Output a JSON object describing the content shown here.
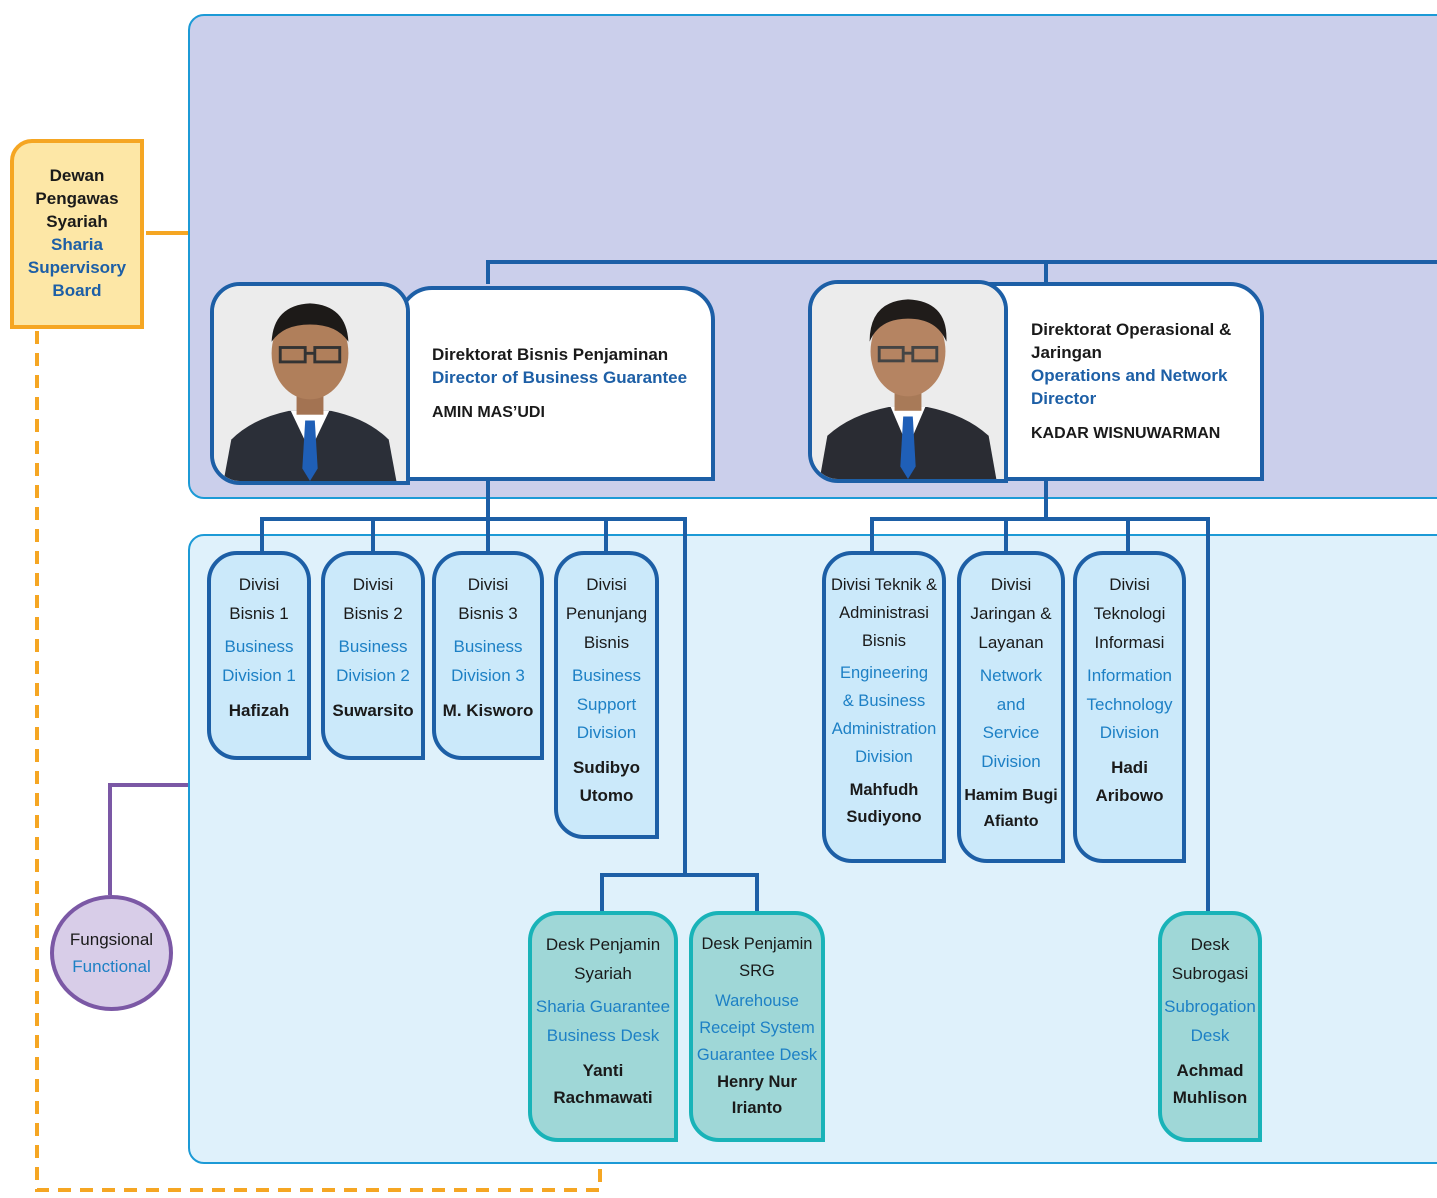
{
  "sharia_board": {
    "name_id": "Dewan\nPengawas\nSyariah",
    "name_en": "Sharia\nSupervisory\nBoard"
  },
  "directors": [
    {
      "title_id": "Direktorat Bisnis Penjaminan",
      "title_en": "Director of Business Guarantee",
      "name": "AMIN MAS’UDI"
    },
    {
      "title_id": "Direktorat Operasional & Jaringan",
      "title_en": "Operations and Network Director",
      "name": "KADAR WISNUWARMAN"
    }
  ],
  "divisions": [
    {
      "title_id": "Divisi\nBisnis 1",
      "title_en": "Business\nDivision 1",
      "head": "Hafizah"
    },
    {
      "title_id": "Divisi\nBisnis 2",
      "title_en": "Business\nDivision 2",
      "head": "Suwarsito"
    },
    {
      "title_id": "Divisi\nBisnis 3",
      "title_en": "Business\nDivision 3",
      "head": "M. Kisworo"
    },
    {
      "title_id": "Divisi\nPenunjang\nBisnis",
      "title_en": "Business\nSupport\nDivision",
      "head": "Sudibyo\nUtomo"
    },
    {
      "title_id": "Divisi Teknik &\nAdministrasi\nBisnis",
      "title_en": "Engineering\n& Business\nAdministration\nDivision",
      "head": "Mahfudh\nSudiyono"
    },
    {
      "title_id": "Divisi\nJaringan &\nLayanan",
      "title_en": "Network\nand\nService\nDivision",
      "head": "Hamim Bugi\nAfianto"
    },
    {
      "title_id": "Divisi\nTeknologi\nInformasi",
      "title_en": "Information\nTechnology\nDivision",
      "head": "Hadi\nAribowo"
    }
  ],
  "desks": [
    {
      "title_id": "Desk Penjamin\nSyariah",
      "title_en": "Sharia Guarantee\nBusiness Desk",
      "head": "Yanti\nRachmawati"
    },
    {
      "title_id": "Desk Penjamin\nSRG",
      "title_en": "Warehouse\nReceipt System\nGuarantee Desk",
      "head": "Henry Nur\nIrianto"
    },
    {
      "title_id": "Desk\nSubrogasi",
      "title_en": "Subrogation\nDesk",
      "head": "Achmad\nMuhlison"
    }
  ],
  "functional": {
    "label_id": "Fungsional",
    "label_en": "Functional"
  },
  "colors": {
    "connector_blue": "#1d5fa6",
    "sharia_orange": "#f5a623",
    "functional_purple": "#7b58a5",
    "desk_teal": "#19b3b8",
    "english_text_blue": "#1d80c5"
  }
}
